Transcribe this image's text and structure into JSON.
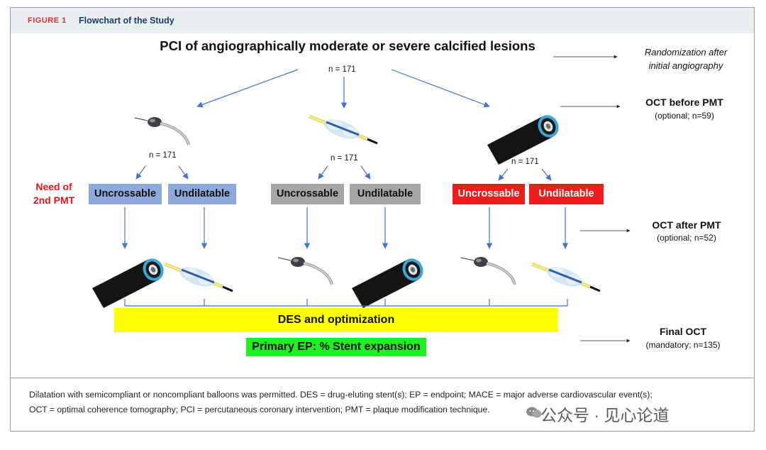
{
  "figure": {
    "label": "FIGURE 1",
    "title": "Flowchart of the Study"
  },
  "main": {
    "title": "PCI of angiographically moderate or severe calcified lesions",
    "n": "n = 171"
  },
  "branches": [
    {
      "n": "n = 171",
      "device": "rotational-atherectomy-burr",
      "boxes": [
        {
          "label": "Uncrossable",
          "color": "#8eaadc"
        },
        {
          "label": "Undilatable",
          "color": "#8eaadc"
        }
      ],
      "second_devices": [
        "ivl-catheter",
        "intravascular-lithotripsy-balloon"
      ]
    },
    {
      "n": "n = 171",
      "device": "intravascular-lithotripsy-balloon",
      "boxes": [
        {
          "label": "Uncrossable",
          "color": "#a6a6a6"
        },
        {
          "label": "Undilatable",
          "color": "#a6a6a6"
        }
      ],
      "second_devices": [
        "rotational-atherectomy-burr",
        "ivl-catheter"
      ]
    },
    {
      "n": "n = 171",
      "device": "ivl-catheter",
      "boxes": [
        {
          "label": "Uncrossable",
          "color": "#ee1c1c"
        },
        {
          "label": "Undilatable",
          "color": "#ee1c1c"
        }
      ],
      "second_devices": [
        "rotational-atherectomy-burr",
        "intravascular-lithotripsy-balloon"
      ]
    }
  ],
  "need_2nd_pmt": "Need of 2nd PMT",
  "right_notes": [
    {
      "title": "",
      "sub": "Randomization after initial angiography"
    },
    {
      "title": "OCT before PMT",
      "sub": "(optional; n=59)"
    },
    {
      "title": "OCT after PMT",
      "sub": "(optional; n=52)"
    },
    {
      "title": "Final OCT",
      "sub": "(mandatory; n=135)"
    }
  ],
  "des": "DES and optimization",
  "primary_ep": "Primary EP: % Stent expansion",
  "caption": {
    "line1": "Dilatation with semicompliant or noncompliant balloons was permitted. DES = drug-eluting stent(s); EP = endpoint; MACE = major adverse cardiovascular event(s);",
    "line2": "OCT = optimal coherence tomography; PCI = percutaneous coronary intervention; PMT = plaque modification technique."
  },
  "watermark": "公众号 · 见心论道",
  "colors": {
    "arrow": "#4472c4",
    "header_bg": "#e9eef1",
    "figure_label": "#d9312b",
    "title_blue": "#1c3a6b"
  }
}
